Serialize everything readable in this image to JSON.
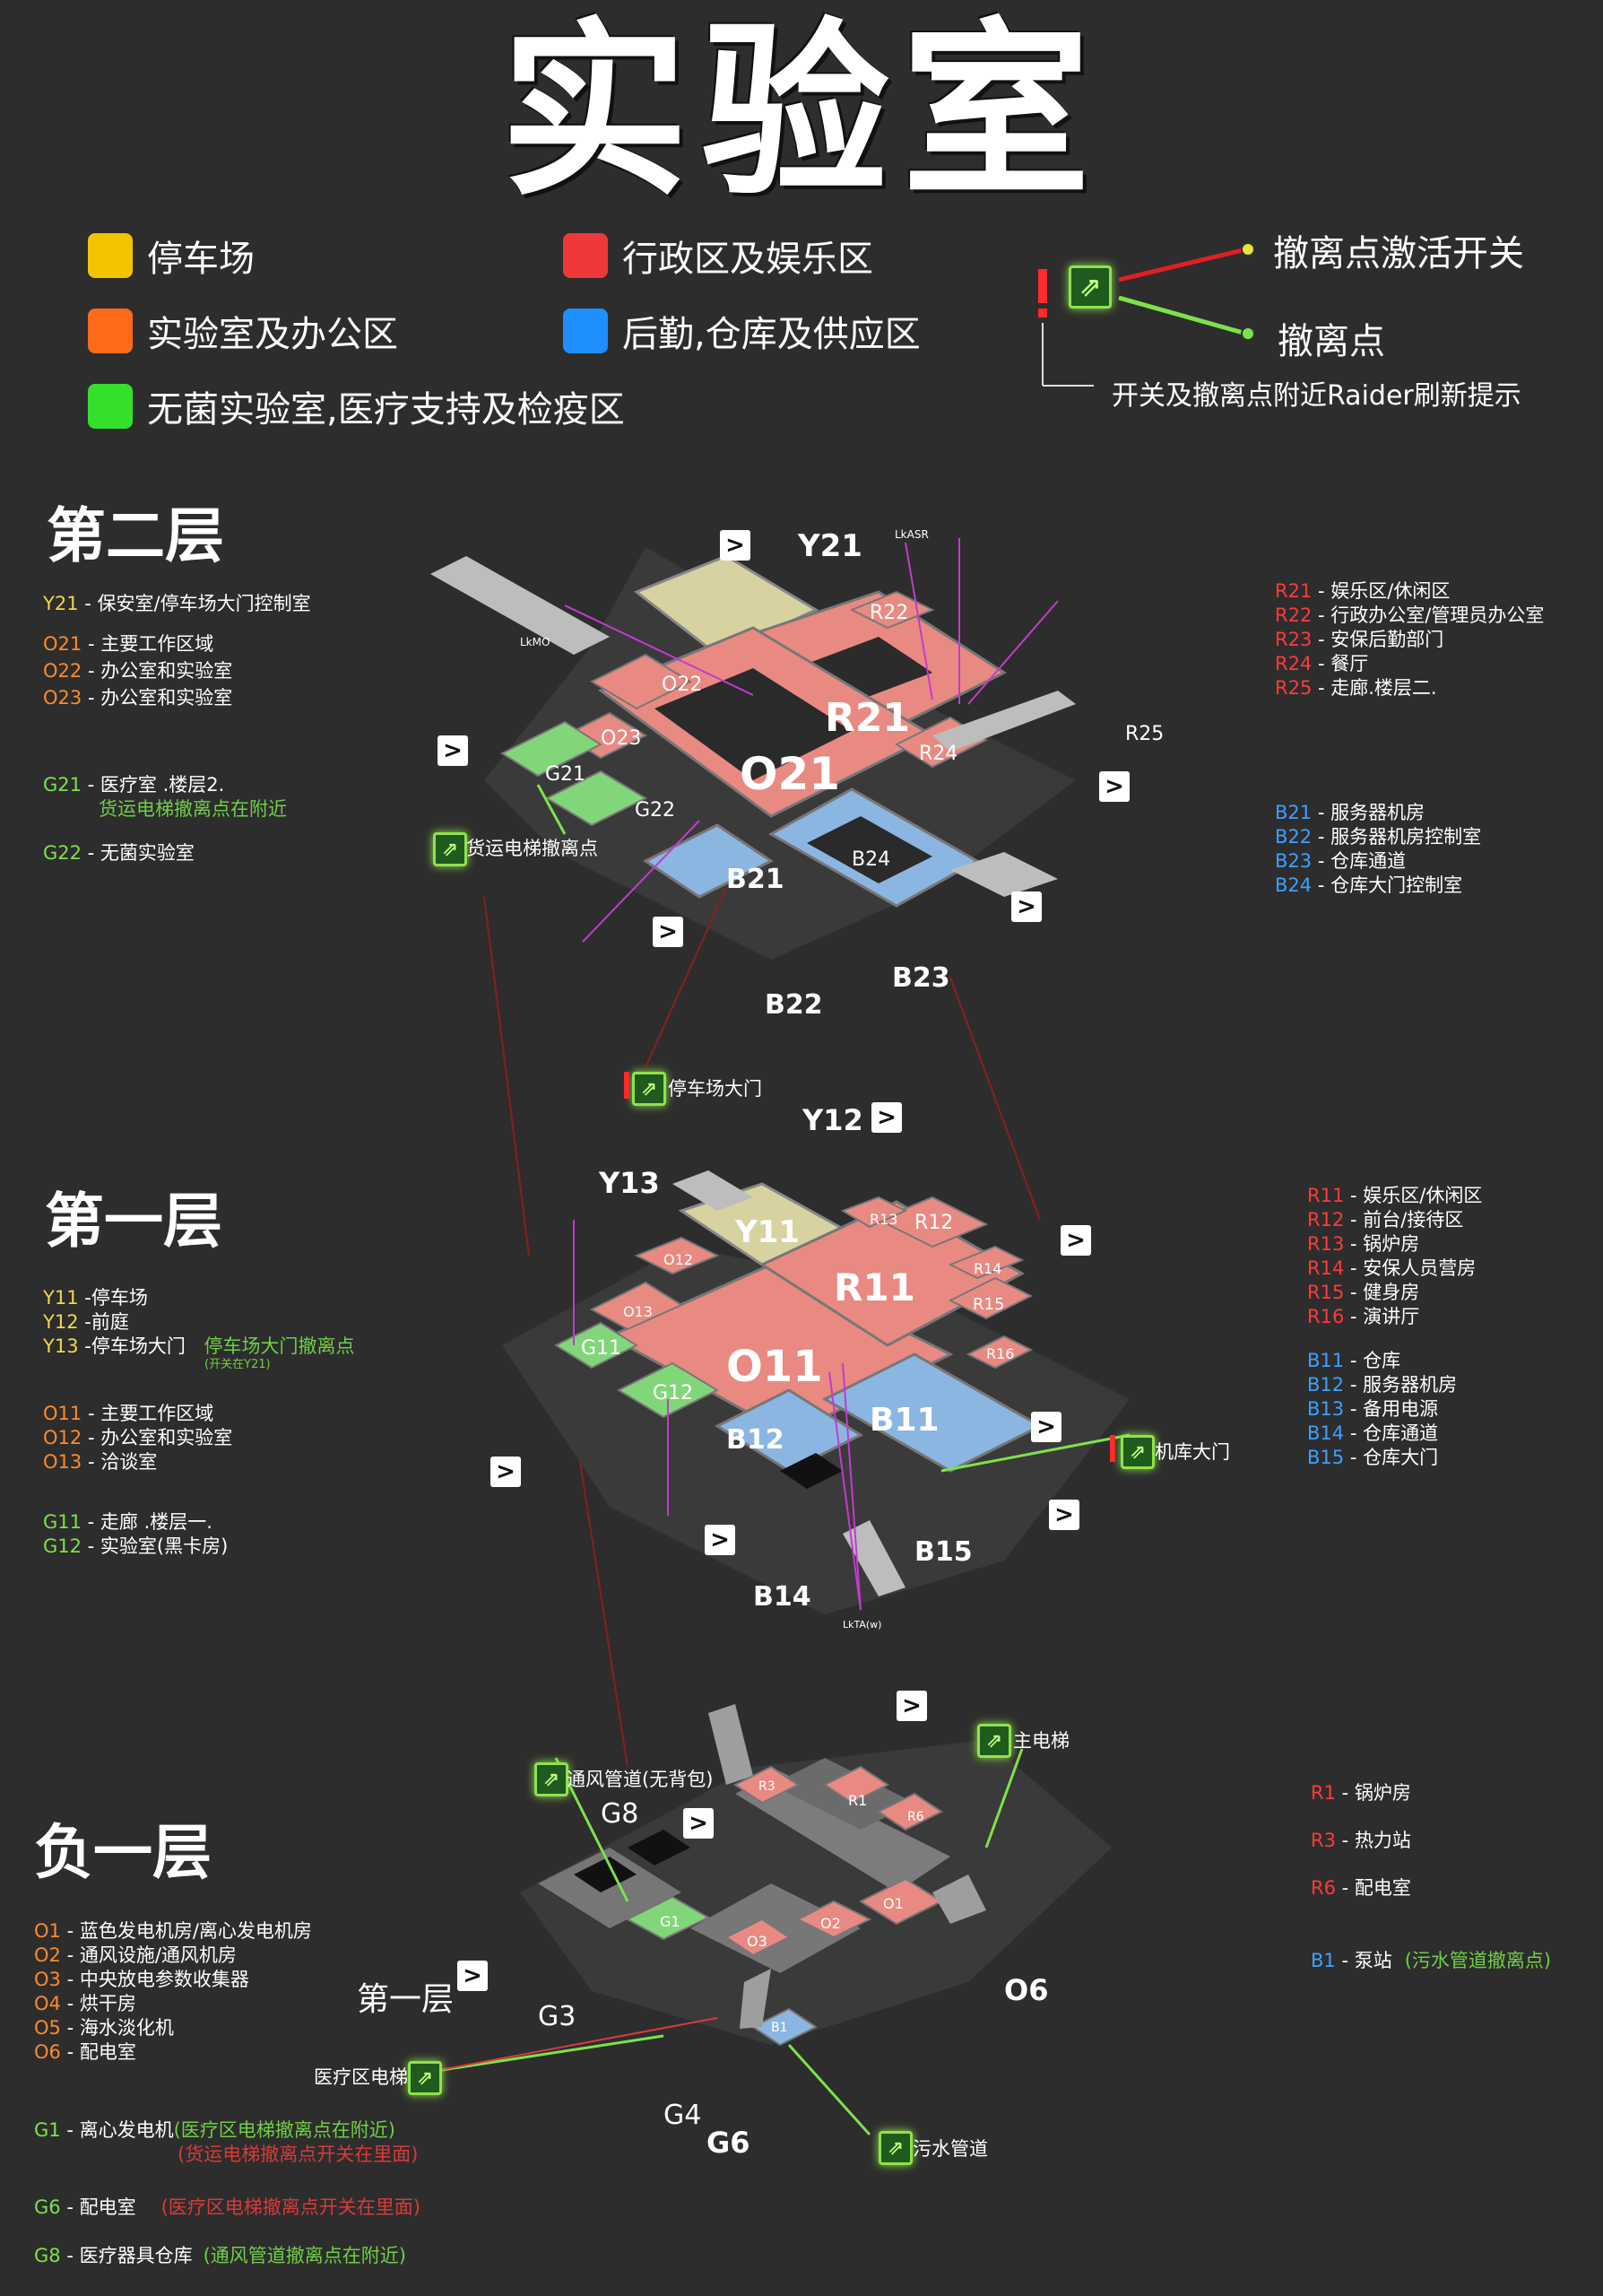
{
  "title": "实验室",
  "colors": {
    "yellow": "#f5c400",
    "orange": "#ff6a1a",
    "green": "#34e02c",
    "red": "#f0383a",
    "blue": "#1f8fff",
    "key_yellow": "#f2d74a",
    "key_orange": "#ff8a2a",
    "key_green": "#7ce24a",
    "key_red": "#ff3a3a",
    "key_blue": "#3ea0ff",
    "note_green": "#6fcf45",
    "note_red": "#d83a3a"
  },
  "legend": {
    "yellow": "停车场",
    "orange": "实验室及办公区",
    "green": "无菌实验室,医疗支持及检疫区",
    "red": "行政区及娱乐区",
    "blue": "后勤,仓库及供应区",
    "switch": "撤离点激活开关",
    "exit": "撤离点",
    "raider_hint": "开关及撤离点附近Raider刷新提示"
  },
  "floor2": {
    "title": "第二层",
    "keys_left": [
      {
        "code": "Y21",
        "text": " - 保安室/停车场大门控制室",
        "color": "yellow"
      },
      {
        "code": "O21",
        "text": " - 主要工作区域",
        "color": "orange"
      },
      {
        "code": "O22",
        "text": " - 办公室和实验室",
        "color": "orange"
      },
      {
        "code": "O23",
        "text": " - 办公室和实验室",
        "color": "orange"
      },
      {
        "code": "G21",
        "text": " - 医疗室  .楼层2.",
        "color": "green"
      },
      {
        "code": "G22",
        "text": " - 无菌实验室",
        "color": "green"
      }
    ],
    "g21_note": "货运电梯撤离点在附近",
    "keys_right": [
      {
        "code": "R21",
        "text": " - 娱乐区/休闲区",
        "color": "red"
      },
      {
        "code": "R22",
        "text": " - 行政办公室/管理员办公室",
        "color": "red"
      },
      {
        "code": "R23",
        "text": " - 安保后勤部门",
        "color": "red"
      },
      {
        "code": "R24",
        "text": " - 餐厅",
        "color": "red"
      },
      {
        "code": "R25",
        "text": " - 走廊.楼层二.",
        "color": "red"
      },
      {
        "code": "B21",
        "text": " - 服务器机房",
        "color": "blue"
      },
      {
        "code": "B22",
        "text": " - 服务器机房控制室",
        "color": "blue"
      },
      {
        "code": "B23",
        "text": " - 仓库通道",
        "color": "blue"
      },
      {
        "code": "B24",
        "text": " - 仓库大门控制室",
        "color": "blue"
      }
    ],
    "map_labels": {
      "y21": "Y21",
      "b22": "B22",
      "b23": "B23",
      "r25": "R25",
      "o21": "O21",
      "r21": "R21",
      "o22": "O22",
      "o23": "O23",
      "g21": "G21",
      "g22": "G22",
      "r22": "R22",
      "r24": "R24",
      "b21": "B21",
      "b24": "B24"
    },
    "card_labels": {
      "lkasr": "LkASR",
      "lkmo": "LkMO"
    },
    "exit_cargo": "货运电梯撤离点"
  },
  "floor1": {
    "title": "第一层",
    "keys_left": [
      {
        "code": "Y11",
        "text": " -停车场",
        "color": "yellow"
      },
      {
        "code": "Y12",
        "text": " -前庭",
        "color": "yellow"
      },
      {
        "code": "Y13",
        "text": " -停车场大门",
        "color": "yellow"
      },
      {
        "code": "O11",
        "text": " - 主要工作区域",
        "color": "orange"
      },
      {
        "code": "O12",
        "text": " - 办公室和实验室",
        "color": "orange"
      },
      {
        "code": "O13",
        "text": " - 洽谈室",
        "color": "orange"
      },
      {
        "code": "G11",
        "text": " - 走廊 .楼层一.",
        "color": "green"
      },
      {
        "code": "G12",
        "text": " - 实验室(黑卡房)",
        "color": "green"
      }
    ],
    "y13_note": "停车场大门撤离点",
    "y13_subnote": "(开关在Y21)",
    "keys_right": [
      {
        "code": "R11",
        "text": " - 娱乐区/休闲区",
        "color": "red"
      },
      {
        "code": "R12",
        "text": " - 前台/接待区",
        "color": "red"
      },
      {
        "code": "R13",
        "text": " - 锅炉房",
        "color": "red"
      },
      {
        "code": "R14",
        "text": " - 安保人员营房",
        "color": "red"
      },
      {
        "code": "R15",
        "text": " - 健身房",
        "color": "red"
      },
      {
        "code": "R16",
        "text": " - 演讲厅",
        "color": "red"
      },
      {
        "code": "B11",
        "text": " - 仓库",
        "color": "blue"
      },
      {
        "code": "B12",
        "text": " - 服务器机房",
        "color": "blue"
      },
      {
        "code": "B13",
        "text": " - 备用电源",
        "color": "blue"
      },
      {
        "code": "B14",
        "text": " - 仓库通道",
        "color": "blue"
      },
      {
        "code": "B15",
        "text": " - 仓库大门",
        "color": "blue"
      }
    ],
    "map_labels": {
      "y12": "Y12",
      "y13": "Y13",
      "b14": "B14",
      "b15": "B15",
      "o11": "O11",
      "r11": "R11",
      "y11": "Y11",
      "r12": "R12",
      "r13": "R13",
      "r14": "R14",
      "r15": "R15",
      "r16": "R16",
      "o12": "O12",
      "o13": "O13",
      "g11": "G11",
      "g12": "G12",
      "b11": "B11",
      "b12": "B12"
    },
    "card_labels": {
      "lkta": "LkTA(w)"
    },
    "exit_parking": "停车场大门",
    "exit_hangar": "机库大门"
  },
  "floorb1": {
    "title": "负一层",
    "keys_left": [
      {
        "code": "O1",
        "text": " - 蓝色发电机房/离心发电机房",
        "color": "orange"
      },
      {
        "code": "O2",
        "text": " - 通风设施/通风机房",
        "color": "orange"
      },
      {
        "code": "O3",
        "text": " - 中央放电参数收集器",
        "color": "orange"
      },
      {
        "code": "O4",
        "text": " - 烘干房",
        "color": "orange"
      },
      {
        "code": "O5",
        "text": " - 海水淡化机",
        "color": "orange"
      },
      {
        "code": "O6",
        "text": " - 配电室",
        "color": "orange"
      }
    ],
    "g1": {
      "code": "G1",
      "text": " - 离心发电机",
      "note1": "(医疗区电梯撤离点在附近)",
      "note2": "(货运电梯撤离点开关在里面)"
    },
    "g6": {
      "code": "G6",
      "text": " - 配电室",
      "note": "(医疗区电梯撤离点开关在里面)"
    },
    "g8": {
      "code": "G8",
      "text": " - 医疗器具仓库",
      "note": "(通风管道撤离点在附近)"
    },
    "keys_right": [
      {
        "code": "R1",
        "text": " - 锅炉房",
        "color": "red"
      },
      {
        "code": "R3",
        "text": " - 热力站",
        "color": "red"
      },
      {
        "code": "R6",
        "text": " - 配电室",
        "color": "red"
      }
    ],
    "b1": {
      "code": "B1",
      "text": " - 泵站",
      "note": "(污水管道撤离点)"
    },
    "map_labels": {
      "o6": "O6",
      "g6": "G6",
      "g3": "G3",
      "g4": "G4",
      "g8": "G8",
      "r1": "R1",
      "r3": "R3",
      "r6": "R6",
      "o1": "O1",
      "o2": "O2",
      "o3": "O3",
      "g1": "G1",
      "b1": "B1"
    },
    "floor1_link": "第一层",
    "exit_vent": "通风管道(无背包)",
    "exit_main": "主电梯",
    "exit_medical": "医疗区电梯",
    "exit_sewer": "污水管道"
  }
}
